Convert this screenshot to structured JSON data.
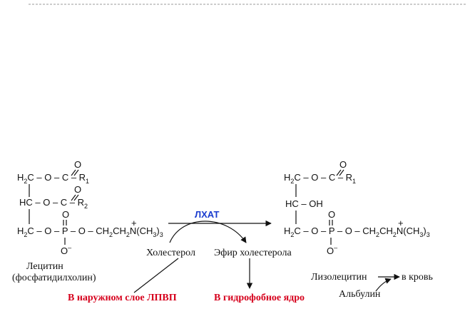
{
  "colors": {
    "ink": "#111111",
    "red": "#d6001c",
    "blue": "#1a3ccf"
  },
  "left": {
    "r1": {
      "c": "H",
      "csub": "2",
      "mid": "C – O – C – R",
      "rsub": "1",
      "o": "O"
    },
    "r2": {
      "c": "HC – O – C – R",
      "rsub": "2",
      "o": "O"
    },
    "r3": {
      "c": "H",
      "csub": "2",
      "mid": "C – O – P – O – CH",
      "a": "2",
      "b": "CH",
      "c2": "2",
      "n": "N(CH",
      "nsub": "3",
      "tail": ")",
      "tsub": "3",
      "o": "O",
      "om": "O",
      "minus": "–",
      "plus": "+"
    },
    "name": "Лецитин",
    "alias": "(фосфатидилхолин)"
  },
  "right": {
    "r1": {
      "c": "H",
      "csub": "2",
      "mid": "C – O – C – R",
      "rsub": "1",
      "o": "O"
    },
    "r2": {
      "c": "HC – OH"
    },
    "r3": {
      "c": "H",
      "csub": "2",
      "mid": "C – O – P – O – CH",
      "a": "2",
      "b": "CH",
      "c2": "2",
      "n": "N(CH",
      "nsub": "3",
      "tail": ")",
      "tsub": "3",
      "o": "O",
      "om": "O",
      "minus": "–",
      "plus": "+"
    }
  },
  "enzyme": "ЛХАТ",
  "substrate": "Холестерол",
  "product": "Эфир холестерола",
  "lysolecithin": "Лизолецитин",
  "to_blood": "в кровь",
  "albumin": "Альбулин",
  "note_outer": "В наружном слое ЛПВП",
  "note_core": "В гидрофобное ядро"
}
